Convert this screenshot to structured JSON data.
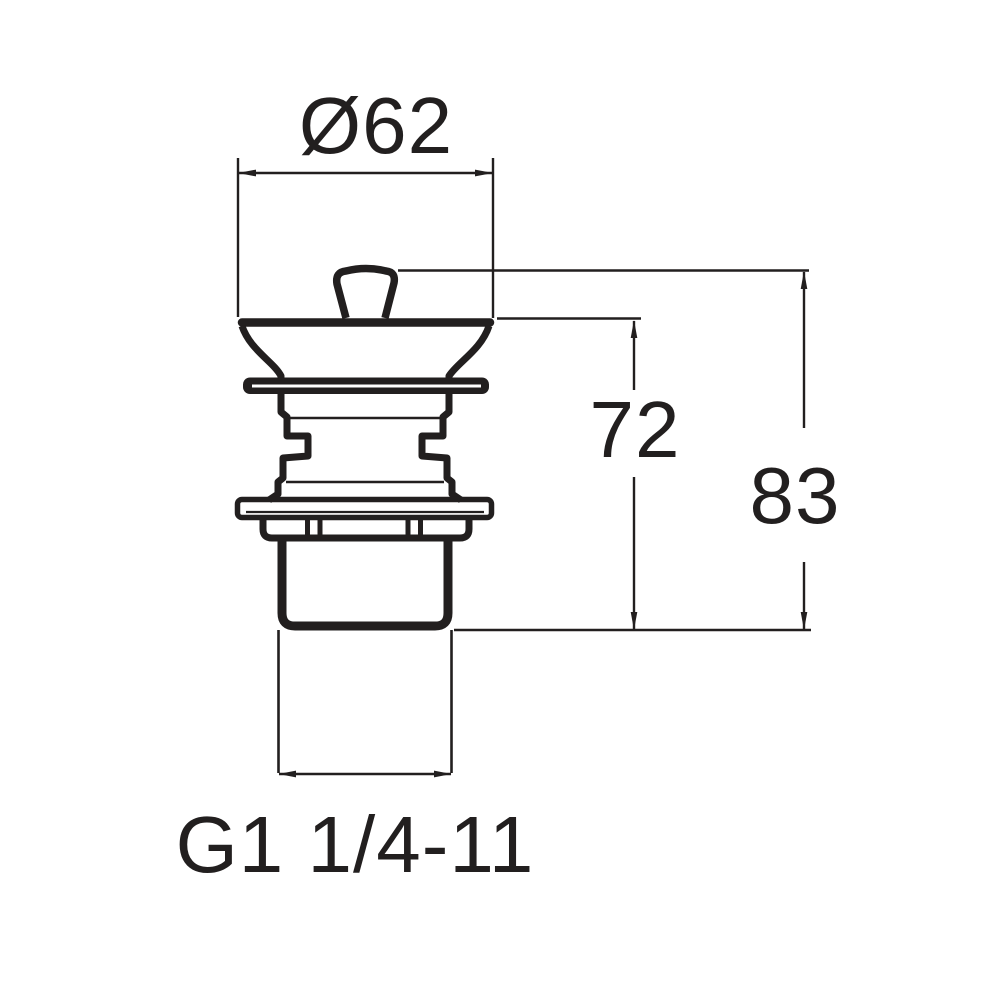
{
  "drawing": {
    "line_color": "#221f1f",
    "background_color": "#ffffff",
    "labels": {
      "diameter": "Ø62",
      "height_72": "72",
      "height_83": "83",
      "thread": "G1 1/4-11"
    }
  }
}
